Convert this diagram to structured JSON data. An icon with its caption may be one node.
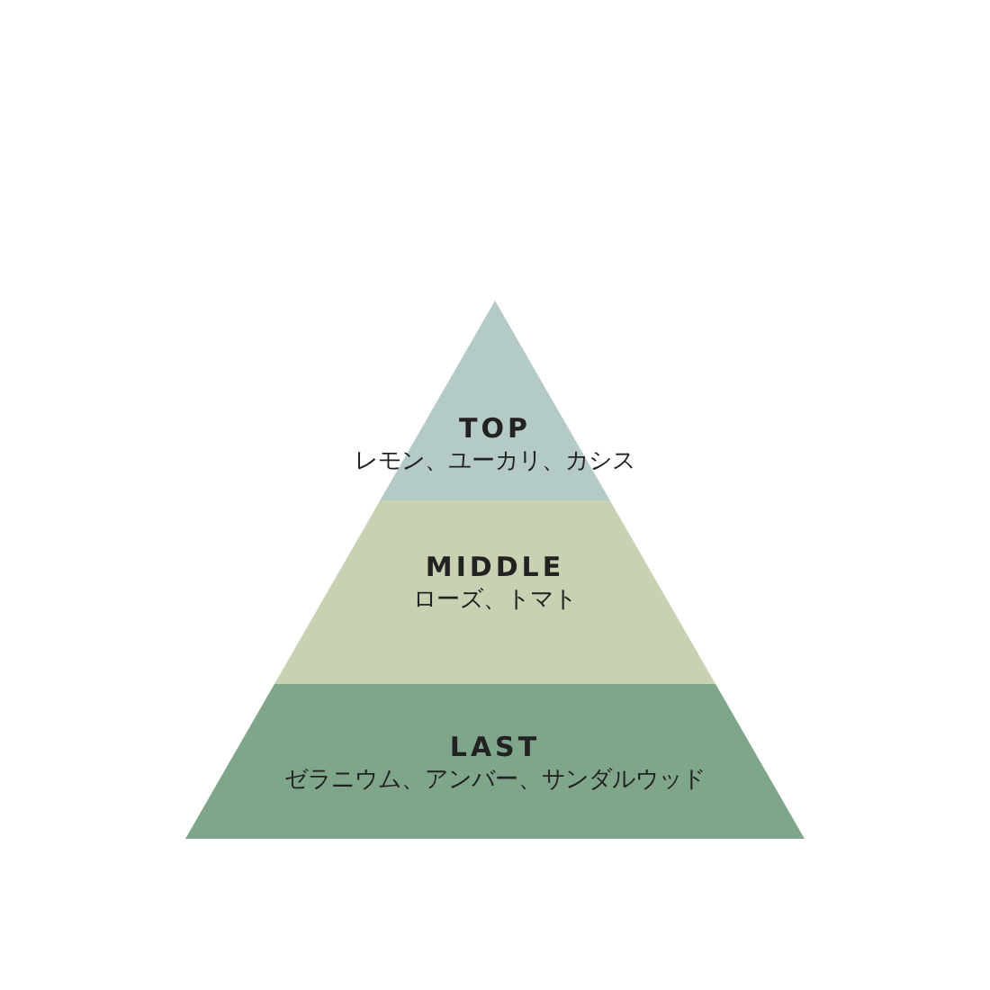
{
  "diagram": {
    "nodes": [
      {
        "text": [
          "TOP",
          "レモン、ユーカリ、カシス"
        ]
      },
      {
        "text": [
          "MIDDLE",
          "ローズ、トマト"
        ]
      },
      {
        "text": [
          "LAST",
          "ゼラニウム、アンバー、サンダルウッド"
        ]
      }
    ]
  }
}
